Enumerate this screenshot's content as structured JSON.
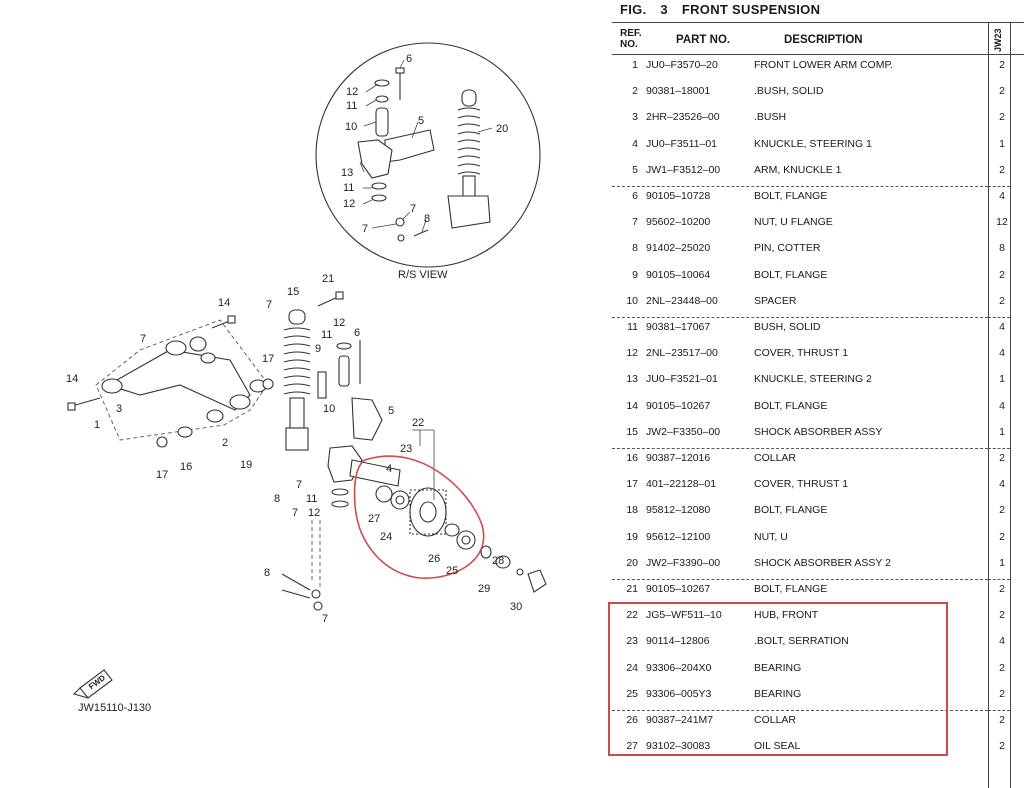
{
  "figure": {
    "label": "FIG.",
    "number": "3",
    "title": "FRONT SUSPENSION"
  },
  "table": {
    "headers": {
      "ref": "REF.",
      "ref2": "NO.",
      "part_no": "PART NO.",
      "description": "DESCRIPTION",
      "qty_code": "JW23"
    },
    "rows": [
      {
        "ref": "1",
        "part_no": "JU0–F3570–20",
        "description": "FRONT LOWER ARM COMP.",
        "qty": "2"
      },
      {
        "ref": "2",
        "part_no": "90381–18001",
        "description": ".BUSH, SOLID",
        "qty": "2"
      },
      {
        "ref": "3",
        "part_no": "2HR–23526–00",
        "description": ".BUSH",
        "qty": "2"
      },
      {
        "ref": "4",
        "part_no": "JU0–F3511–01",
        "description": "KNUCKLE, STEERING 1",
        "qty": "1"
      },
      {
        "ref": "5",
        "part_no": "JW1–F3512–00",
        "description": "ARM, KNUCKLE 1",
        "qty": "2"
      },
      {
        "ref": "6",
        "part_no": "90105–10728",
        "description": "BOLT, FLANGE",
        "qty": "4"
      },
      {
        "ref": "7",
        "part_no": "95602–10200",
        "description": "NUT, U FLANGE",
        "qty": "12"
      },
      {
        "ref": "8",
        "part_no": "91402–25020",
        "description": "PIN, COTTER",
        "qty": "8"
      },
      {
        "ref": "9",
        "part_no": "90105–10064",
        "description": "BOLT, FLANGE",
        "qty": "2"
      },
      {
        "ref": "10",
        "part_no": "2NL–23448–00",
        "description": "SPACER",
        "qty": "2"
      },
      {
        "ref": "11",
        "part_no": "90381–17067",
        "description": "BUSH, SOLID",
        "qty": "4"
      },
      {
        "ref": "12",
        "part_no": "2NL–23517–00",
        "description": "COVER, THRUST 1",
        "qty": "4"
      },
      {
        "ref": "13",
        "part_no": "JU0–F3521–01",
        "description": "KNUCKLE, STEERING 2",
        "qty": "1"
      },
      {
        "ref": "14",
        "part_no": "90105–10267",
        "description": "BOLT, FLANGE",
        "qty": "4"
      },
      {
        "ref": "15",
        "part_no": "JW2–F3350–00",
        "description": "SHOCK ABSORBER ASSY",
        "qty": "1"
      },
      {
        "ref": "16",
        "part_no": "90387–12016",
        "description": "COLLAR",
        "qty": "2"
      },
      {
        "ref": "17",
        "part_no": "401–22128–01",
        "description": "COVER, THRUST 1",
        "qty": "4"
      },
      {
        "ref": "18",
        "part_no": "95812–12080",
        "description": "BOLT, FLANGE",
        "qty": "2"
      },
      {
        "ref": "19",
        "part_no": "95612–12100",
        "description": "NUT, U",
        "qty": "2"
      },
      {
        "ref": "20",
        "part_no": "JW2–F3390–00",
        "description": "SHOCK ABSORBER ASSY 2",
        "qty": "1"
      },
      {
        "ref": "21",
        "part_no": "90105–10267",
        "description": "BOLT, FLANGE",
        "qty": "2"
      },
      {
        "ref": "22",
        "part_no": "JG5–WF511–10",
        "description": "HUB, FRONT",
        "qty": "2"
      },
      {
        "ref": "23",
        "part_no": "90114–12806",
        "description": ".BOLT, SERRATION",
        "qty": "4"
      },
      {
        "ref": "24",
        "part_no": "93306–204X0",
        "description": "BEARING",
        "qty": "2"
      },
      {
        "ref": "25",
        "part_no": "93306–005Y3",
        "description": "BEARING",
        "qty": "2"
      },
      {
        "ref": "26",
        "part_no": "90387–241M7",
        "description": "COLLAR",
        "qty": "2"
      },
      {
        "ref": "27",
        "part_no": "93102–30083",
        "description": "OIL SEAL",
        "qty": "2"
      }
    ]
  },
  "diagram": {
    "inset_caption": "R/S VIEW",
    "drawing_code": "JW15110-J130",
    "fwd_label": "FWD",
    "highlight_color": "#d04a4a",
    "labels": {
      "i6": "6",
      "i12": "12",
      "i11": "11",
      "i10": "10",
      "i5": "5",
      "i20": "20",
      "i13": "13",
      "i11b": "11",
      "i12b": "12",
      "i7": "7",
      "i8": "8",
      "i7b": "7",
      "m21": "21",
      "m14": "14",
      "m7": "7",
      "m15": "15",
      "m12": "12",
      "m11": "11",
      "m6": "6",
      "m9": "9",
      "m7b": "7",
      "m17": "17",
      "m14b": "14",
      "m3": "3",
      "m1": "1",
      "m10": "10",
      "m5": "5",
      "m2": "2",
      "m16": "16",
      "m17b": "17",
      "m19": "19",
      "m22": "22",
      "m23": "23",
      "m4": "4",
      "m7c": "7",
      "m8": "8",
      "m11b": "11",
      "m7d": "7",
      "m12b": "12",
      "m27": "27",
      "m24": "24",
      "m26": "26",
      "m25": "25",
      "m28": "28",
      "m29": "29",
      "m30": "30",
      "m8b": "8",
      "m7e": "7"
    }
  }
}
